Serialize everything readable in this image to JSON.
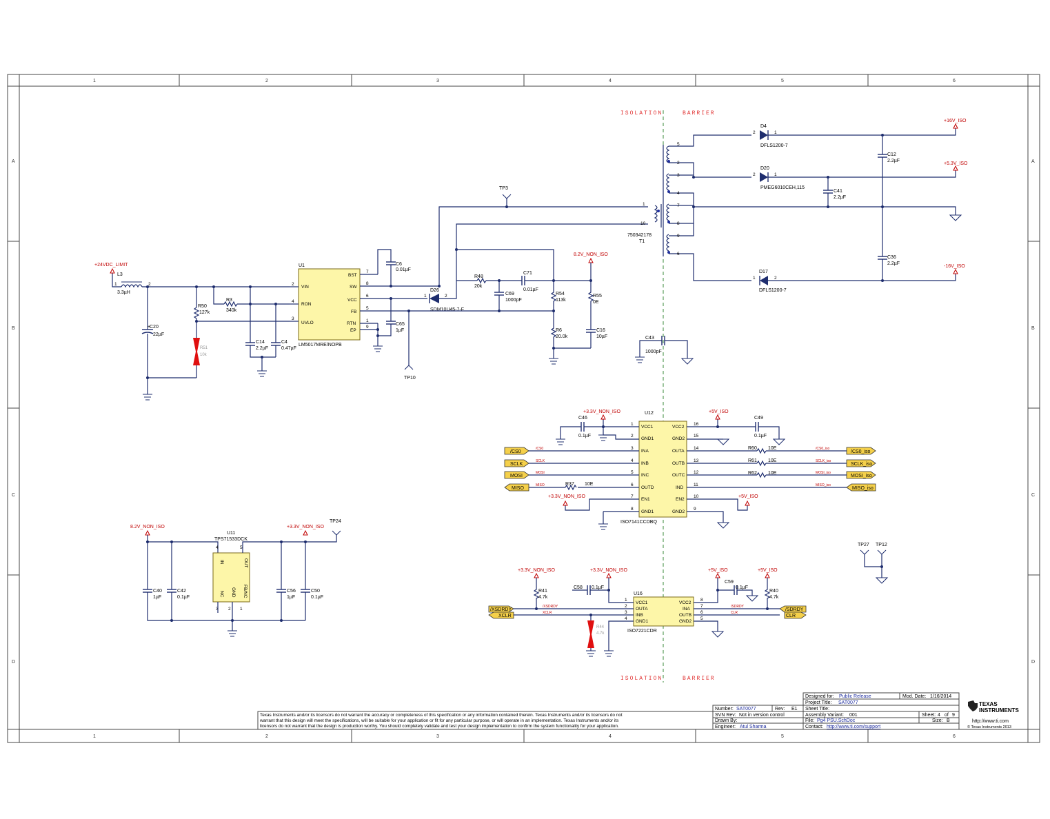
{
  "sheet": {
    "col_labels": [
      "1",
      "2",
      "3",
      "4",
      "5",
      "6"
    ],
    "row_labels": [
      "A",
      "B",
      "C",
      "D"
    ],
    "isolation_left": "ISOLATION",
    "isolation_right": "BARRIER"
  },
  "nets": {
    "v24": "+24VDC_LIMIT",
    "v82": "8.2V_NON_ISO",
    "v82b": "8.2V_NON_ISO",
    "v33a": "+3.3V_NON_ISO",
    "v33b": "+3.3V_NON_ISO",
    "v33c": "+3.3V_NON_ISO",
    "v33d": "+3.3V_NON_ISO",
    "v33e": "+3.3V_NON_ISO",
    "v5a": "+5V_ISO",
    "v5b": "+5V_ISO",
    "v5c": "+5V_ISO",
    "v5d": "+5V_ISO",
    "p16": "+16V_ISO",
    "p53": "+5.3V_ISO",
    "m16": "-16V_ISO"
  },
  "testpoints": [
    "TP3",
    "TP10",
    "TP24",
    "TP27",
    "TP12"
  ],
  "u1": {
    "ref": "U1",
    "part": "LM5017MRE/NOPB",
    "pins_left": [
      {
        "n": "2",
        "name": "VIN"
      },
      {
        "n": "4",
        "name": "RON"
      },
      {
        "n": "3",
        "name": "UVLO"
      }
    ],
    "pins_right": [
      {
        "n": "7",
        "name": "BST"
      },
      {
        "n": "8",
        "name": "SW"
      },
      {
        "n": "6",
        "name": "VCC"
      },
      {
        "n": "5",
        "name": "FB"
      },
      {
        "n": "1",
        "name": "RTN"
      },
      {
        "n": "9",
        "name": "EP"
      }
    ]
  },
  "t1": {
    "ref": "T1",
    "part": "750342178",
    "pins": [
      "5",
      "2",
      "3",
      "4",
      "1",
      "10",
      "7",
      "8",
      "9",
      "6"
    ]
  },
  "parts": {
    "L3": {
      "ref": "L3",
      "val": "3.3µH",
      "p1": "1",
      "p2": "2"
    },
    "C20": {
      "ref": "C20",
      "val": "22µF"
    },
    "R50": {
      "ref": "R50",
      "val": "127k"
    },
    "R3": {
      "ref": "R3",
      "val": "340k"
    },
    "C14": {
      "ref": "C14",
      "val": "2.2µF"
    },
    "C4": {
      "ref": "C4",
      "val": "0.47µF"
    },
    "C6": {
      "ref": "C6",
      "val": "0.01µF"
    },
    "C65": {
      "ref": "C65",
      "val": "1µF"
    },
    "D26": {
      "ref": "D26",
      "val": "SDM10U45-7-F",
      "p1": "1",
      "p2": "2"
    },
    "R48": {
      "ref": "R48",
      "val": "20k"
    },
    "C69": {
      "ref": "C69",
      "val": "1000pF"
    },
    "C71": {
      "ref": "C71",
      "val": "0.01µF"
    },
    "R54": {
      "ref": "R54",
      "val": "113k"
    },
    "R55": {
      "ref": "R55",
      "val": "0E"
    },
    "R6": {
      "ref": "R6",
      "val": "20.0k"
    },
    "C16": {
      "ref": "C16",
      "val": "10µF"
    },
    "C43": {
      "ref": "C43",
      "val": "1000pF"
    },
    "D4": {
      "ref": "D4",
      "val": "DFLS1200-7",
      "p1": "2",
      "p2": "1"
    },
    "D20": {
      "ref": "D20",
      "val": "PMEG6010CEH,115",
      "p1": "2",
      "p2": "1"
    },
    "D17": {
      "ref": "D17",
      "val": "DFLS1200-7",
      "p1": "1",
      "p2": "2"
    },
    "C12": {
      "ref": "C12",
      "val": "2.2µF"
    },
    "C41": {
      "ref": "C41",
      "val": "2.2µF"
    },
    "C36": {
      "ref": "C36",
      "val": "2.2µF"
    },
    "C46": {
      "ref": "C46",
      "val": "0.1µF"
    },
    "C49": {
      "ref": "C49",
      "val": "0.1µF"
    },
    "R60": {
      "ref": "R60",
      "val": "10E"
    },
    "R61": {
      "ref": "R61",
      "val": "10E"
    },
    "R62": {
      "ref": "R62",
      "val": "10E"
    },
    "R37": {
      "ref": "R37",
      "val": "10E"
    },
    "C40": {
      "ref": "C40",
      "val": "1µF"
    },
    "C42": {
      "ref": "C42",
      "val": "0.1µF"
    },
    "C56": {
      "ref": "C56",
      "val": "1µF"
    },
    "C50": {
      "ref": "C50",
      "val": "0.1µF"
    },
    "R41": {
      "ref": "R41",
      "val": "4.7k"
    },
    "C58": {
      "ref": "C58",
      "val": "0.1µF"
    },
    "C59": {
      "ref": "C59",
      "val": "0.1µF"
    },
    "R40": {
      "ref": "R40",
      "val": "4.7k"
    },
    "R51": {
      "ref": "R51",
      "val": "10k"
    },
    "R44": {
      "ref": "R44",
      "val": "4.7k"
    }
  },
  "u12": {
    "ref": "U12",
    "part": "ISO7141CCDBQ",
    "left": [
      {
        "n": "1",
        "name": "VCC1"
      },
      {
        "n": "2",
        "name": "GND1"
      },
      {
        "n": "3",
        "name": "INA"
      },
      {
        "n": "4",
        "name": "INB"
      },
      {
        "n": "5",
        "name": "INC"
      },
      {
        "n": "6",
        "name": "OUTD"
      },
      {
        "n": "7",
        "name": "EN1"
      },
      {
        "n": "8",
        "name": "GND1"
      }
    ],
    "right": [
      {
        "n": "16",
        "name": "VCC2"
      },
      {
        "n": "15",
        "name": "GND2"
      },
      {
        "n": "14",
        "name": "OUTA"
      },
      {
        "n": "13",
        "name": "OUTB"
      },
      {
        "n": "12",
        "name": "OUTC"
      },
      {
        "n": "11",
        "name": "IND"
      },
      {
        "n": "10",
        "name": "EN2"
      },
      {
        "n": "9",
        "name": "GND2"
      }
    ]
  },
  "u12_signals": {
    "left_flags": [
      "/CS0",
      "SCLK",
      "MOSI",
      "MISO"
    ],
    "left_nets": [
      "/CS0",
      "SCLK",
      "MOSI",
      "MISO"
    ],
    "right_flags": [
      "/CS0_iso",
      "SCLK_iso",
      "MOSI_iso",
      "MISO_iso"
    ],
    "right_nets": [
      "/CS0_iso",
      "SCLK_iso",
      "MOSI_iso",
      "MISO_iso"
    ]
  },
  "u11": {
    "ref": "U11",
    "part": "TPS71533DCK",
    "pins": [
      {
        "n": "4",
        "name": "IN"
      },
      {
        "n": "5",
        "name": "OUT"
      },
      {
        "n": "3",
        "name": "NC"
      },
      {
        "n": "2",
        "name": "GND"
      },
      {
        "n": "1",
        "name": "FB/NC"
      }
    ]
  },
  "u16": {
    "ref": "U16",
    "part": "ISO7221CDR",
    "left": [
      {
        "n": "1",
        "name": "VCC1"
      },
      {
        "n": "2",
        "name": "OUTA"
      },
      {
        "n": "3",
        "name": "INB"
      },
      {
        "n": "4",
        "name": "GND1"
      }
    ],
    "right": [
      {
        "n": "8",
        "name": "VCC2"
      },
      {
        "n": "7",
        "name": "INA"
      },
      {
        "n": "6",
        "name": "OUTB"
      },
      {
        "n": "5",
        "name": "GND2"
      }
    ]
  },
  "u16_signals": {
    "left_flags": [
      "/XSDRDY",
      "XCLR"
    ],
    "left_nets": [
      "/XSDRDY",
      "XCLR"
    ],
    "right_flags": [
      "/SDRDY",
      "CLR"
    ],
    "right_nets": [
      "/SDRDY",
      "CLR"
    ]
  },
  "title_block": {
    "disclaimer_1": "Texas Instruments and/or its licensors do not warrant the accuracy or completeness of this specification or any information contained therein. Texas Instruments and/or its licensors do not",
    "disclaimer_2": "warrant that this design will meet the specifications, will be suitable for your application or fit for any particular purpose, or will operate in an implementation. Texas Instruments and/or its",
    "disclaimer_3": "licensors do not warrant that the design is production worthy. You should completely validate and test your design implementation to confirm the system functionality for your application.",
    "designed_for_label": "Designed for:",
    "designed_for": "Public Release",
    "mod_date_label": "Mod. Date:",
    "mod_date": "1/16/2014",
    "project_title_label": "Project Title:",
    "project_title": "SAT0077",
    "sheet_title_label": "Sheet Title:",
    "number_label": "Number:",
    "number": "SAT0077",
    "rev_label": "Rev:",
    "rev": "E1",
    "assembly_label": "Assembly Variant:",
    "assembly": "001",
    "sheet_label": "Sheet:",
    "sheet_num": "4",
    "sheet_of": "of",
    "sheet_total": "9",
    "svn_label": "SVN Rev:",
    "svn": "Not in version control",
    "file_label": "File:",
    "file": "Pg4 PSU.SchDoc",
    "size_label": "Size:",
    "size": "B",
    "drawn_label": "Drawn By:",
    "engineer_label": "Engineer:",
    "engineer": "Atul Sharma",
    "contact_label": "Contact:",
    "contact": "http://www.ti.com/support",
    "logo_line1": "TEXAS",
    "logo_line2": "INSTRUMENTS",
    "url": "http://www.ti.com",
    "copyright": "© Texas Instruments  2013"
  }
}
